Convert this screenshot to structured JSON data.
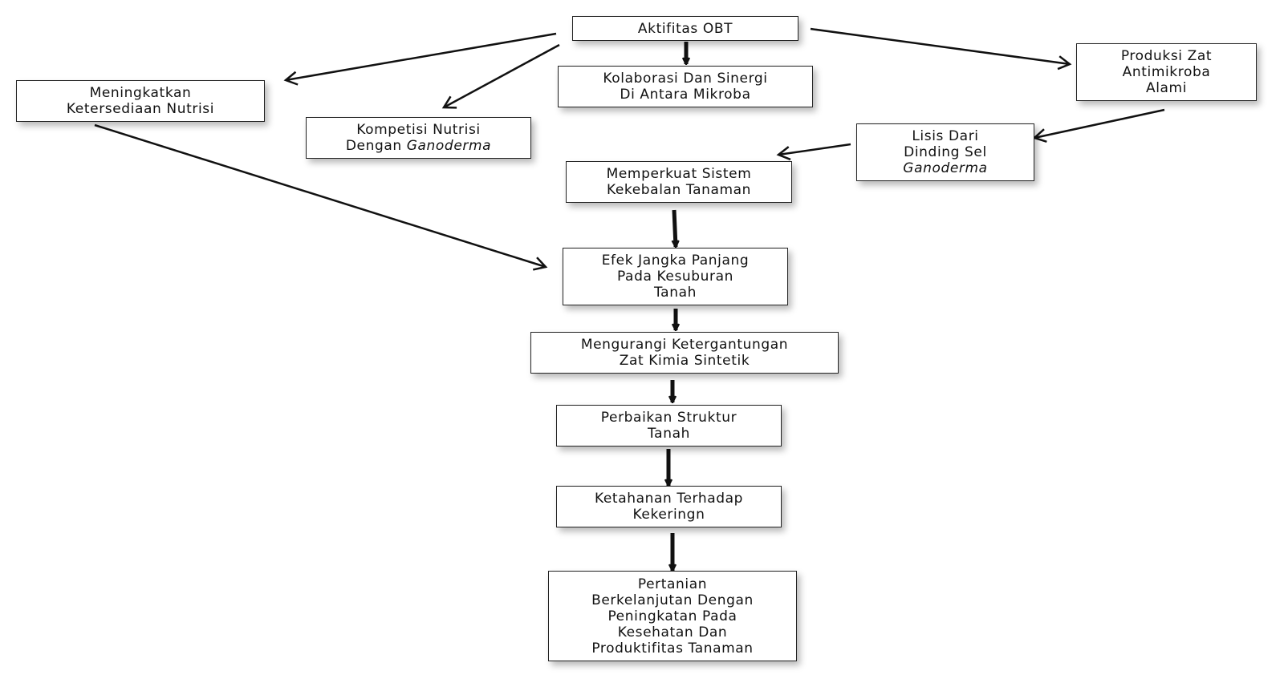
{
  "nodes": {
    "aktifitas": {
      "lines": [
        "Aktifitas OBT"
      ]
    },
    "meningkatkan": {
      "lines": [
        "Meningkatkan",
        "Ketersediaan Nutrisi"
      ]
    },
    "kompetisi": {
      "line1": "Kompetisi Nutrisi",
      "line2_prefix": "Dengan",
      "line2_italic": "Ganoderma"
    },
    "kolaborasi": {
      "lines": [
        "Kolaborasi Dan Sinergi",
        "Di Antara Mikroba"
      ]
    },
    "produksi": {
      "lines": [
        "Produksi Zat",
        "Antimikroba",
        "Alami"
      ]
    },
    "lisis": {
      "line1": "Lisis Dari",
      "line2": "Dinding Sel",
      "line3_italic": "Ganoderma"
    },
    "memperkuat": {
      "lines": [
        "Memperkuat Sistem",
        "Kekebalan Tanaman"
      ]
    },
    "efek": {
      "lines": [
        "Efek Jangka Panjang",
        "Pada Kesuburan",
        "Tanah"
      ]
    },
    "mengurangi": {
      "lines": [
        "Mengurangi Ketergantungan",
        "Zat Kimia Sintetik"
      ]
    },
    "perbaikan": {
      "lines": [
        "Perbaikan Struktur",
        "Tanah"
      ]
    },
    "ketahanan": {
      "lines": [
        "Ketahanan Terhadap",
        "Kekeringn"
      ]
    },
    "pertanian": {
      "lines": [
        "Pertanian",
        "Berkelanjutan Dengan",
        "Peningkatan Pada",
        "Kesehatan Dan",
        "Produktifitas Tanaman"
      ]
    }
  },
  "colors": {
    "stroke": "#111111",
    "border": "#222222",
    "background": "#ffffff"
  }
}
